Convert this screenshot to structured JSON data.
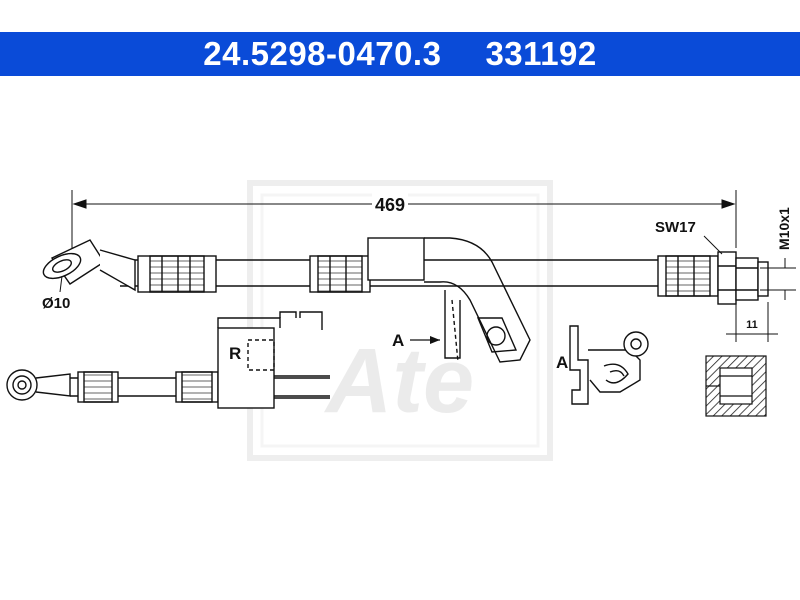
{
  "header": {
    "part_number": "24.5298-0470.3",
    "ref_number": "331192",
    "background_color": "#0a4bd8",
    "text_color": "#ffffff"
  },
  "dimensions": {
    "length": "469",
    "diameter": "Ø10",
    "wrench": "SW17",
    "thread": "M10x1",
    "thread_length": "11"
  },
  "labels": {
    "view_marker": "A",
    "detail_label": "A",
    "right_side": "R"
  },
  "watermark": {
    "logo_text": "Ate"
  }
}
